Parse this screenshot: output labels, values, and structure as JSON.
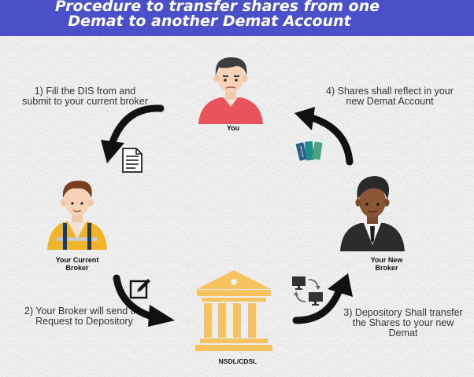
{
  "title": {
    "line1": "Procedure to transfer shares from one",
    "line2": "Demat to another Demat Account"
  },
  "steps": {
    "step1": "1) Fill the DIS from and submit to your current broker",
    "step2": "2) Your Broker will send the Request to Depository",
    "step3": "3) Depository Shall transfer the Shares to your new Demat",
    "step4": "4) Shares shall reflect in your new Demat Account"
  },
  "nodes": {
    "you": "You",
    "current_broker": "Your Current Broker",
    "new_broker": "Your New Broker",
    "depository": "NSDL/CDSL"
  },
  "colors": {
    "banner": "#4a50c8",
    "shirt_you": "#e8545c",
    "vest": "#f0b428",
    "building": "#f7c35f",
    "arrow": "#111111"
  },
  "icons": [
    "person-you-icon",
    "person-current-broker-icon",
    "person-new-broker-icon",
    "bank-building-icon",
    "document-icon",
    "edit-icon",
    "books-icon",
    "computers-sync-icon",
    "curved-arrow-icon"
  ]
}
